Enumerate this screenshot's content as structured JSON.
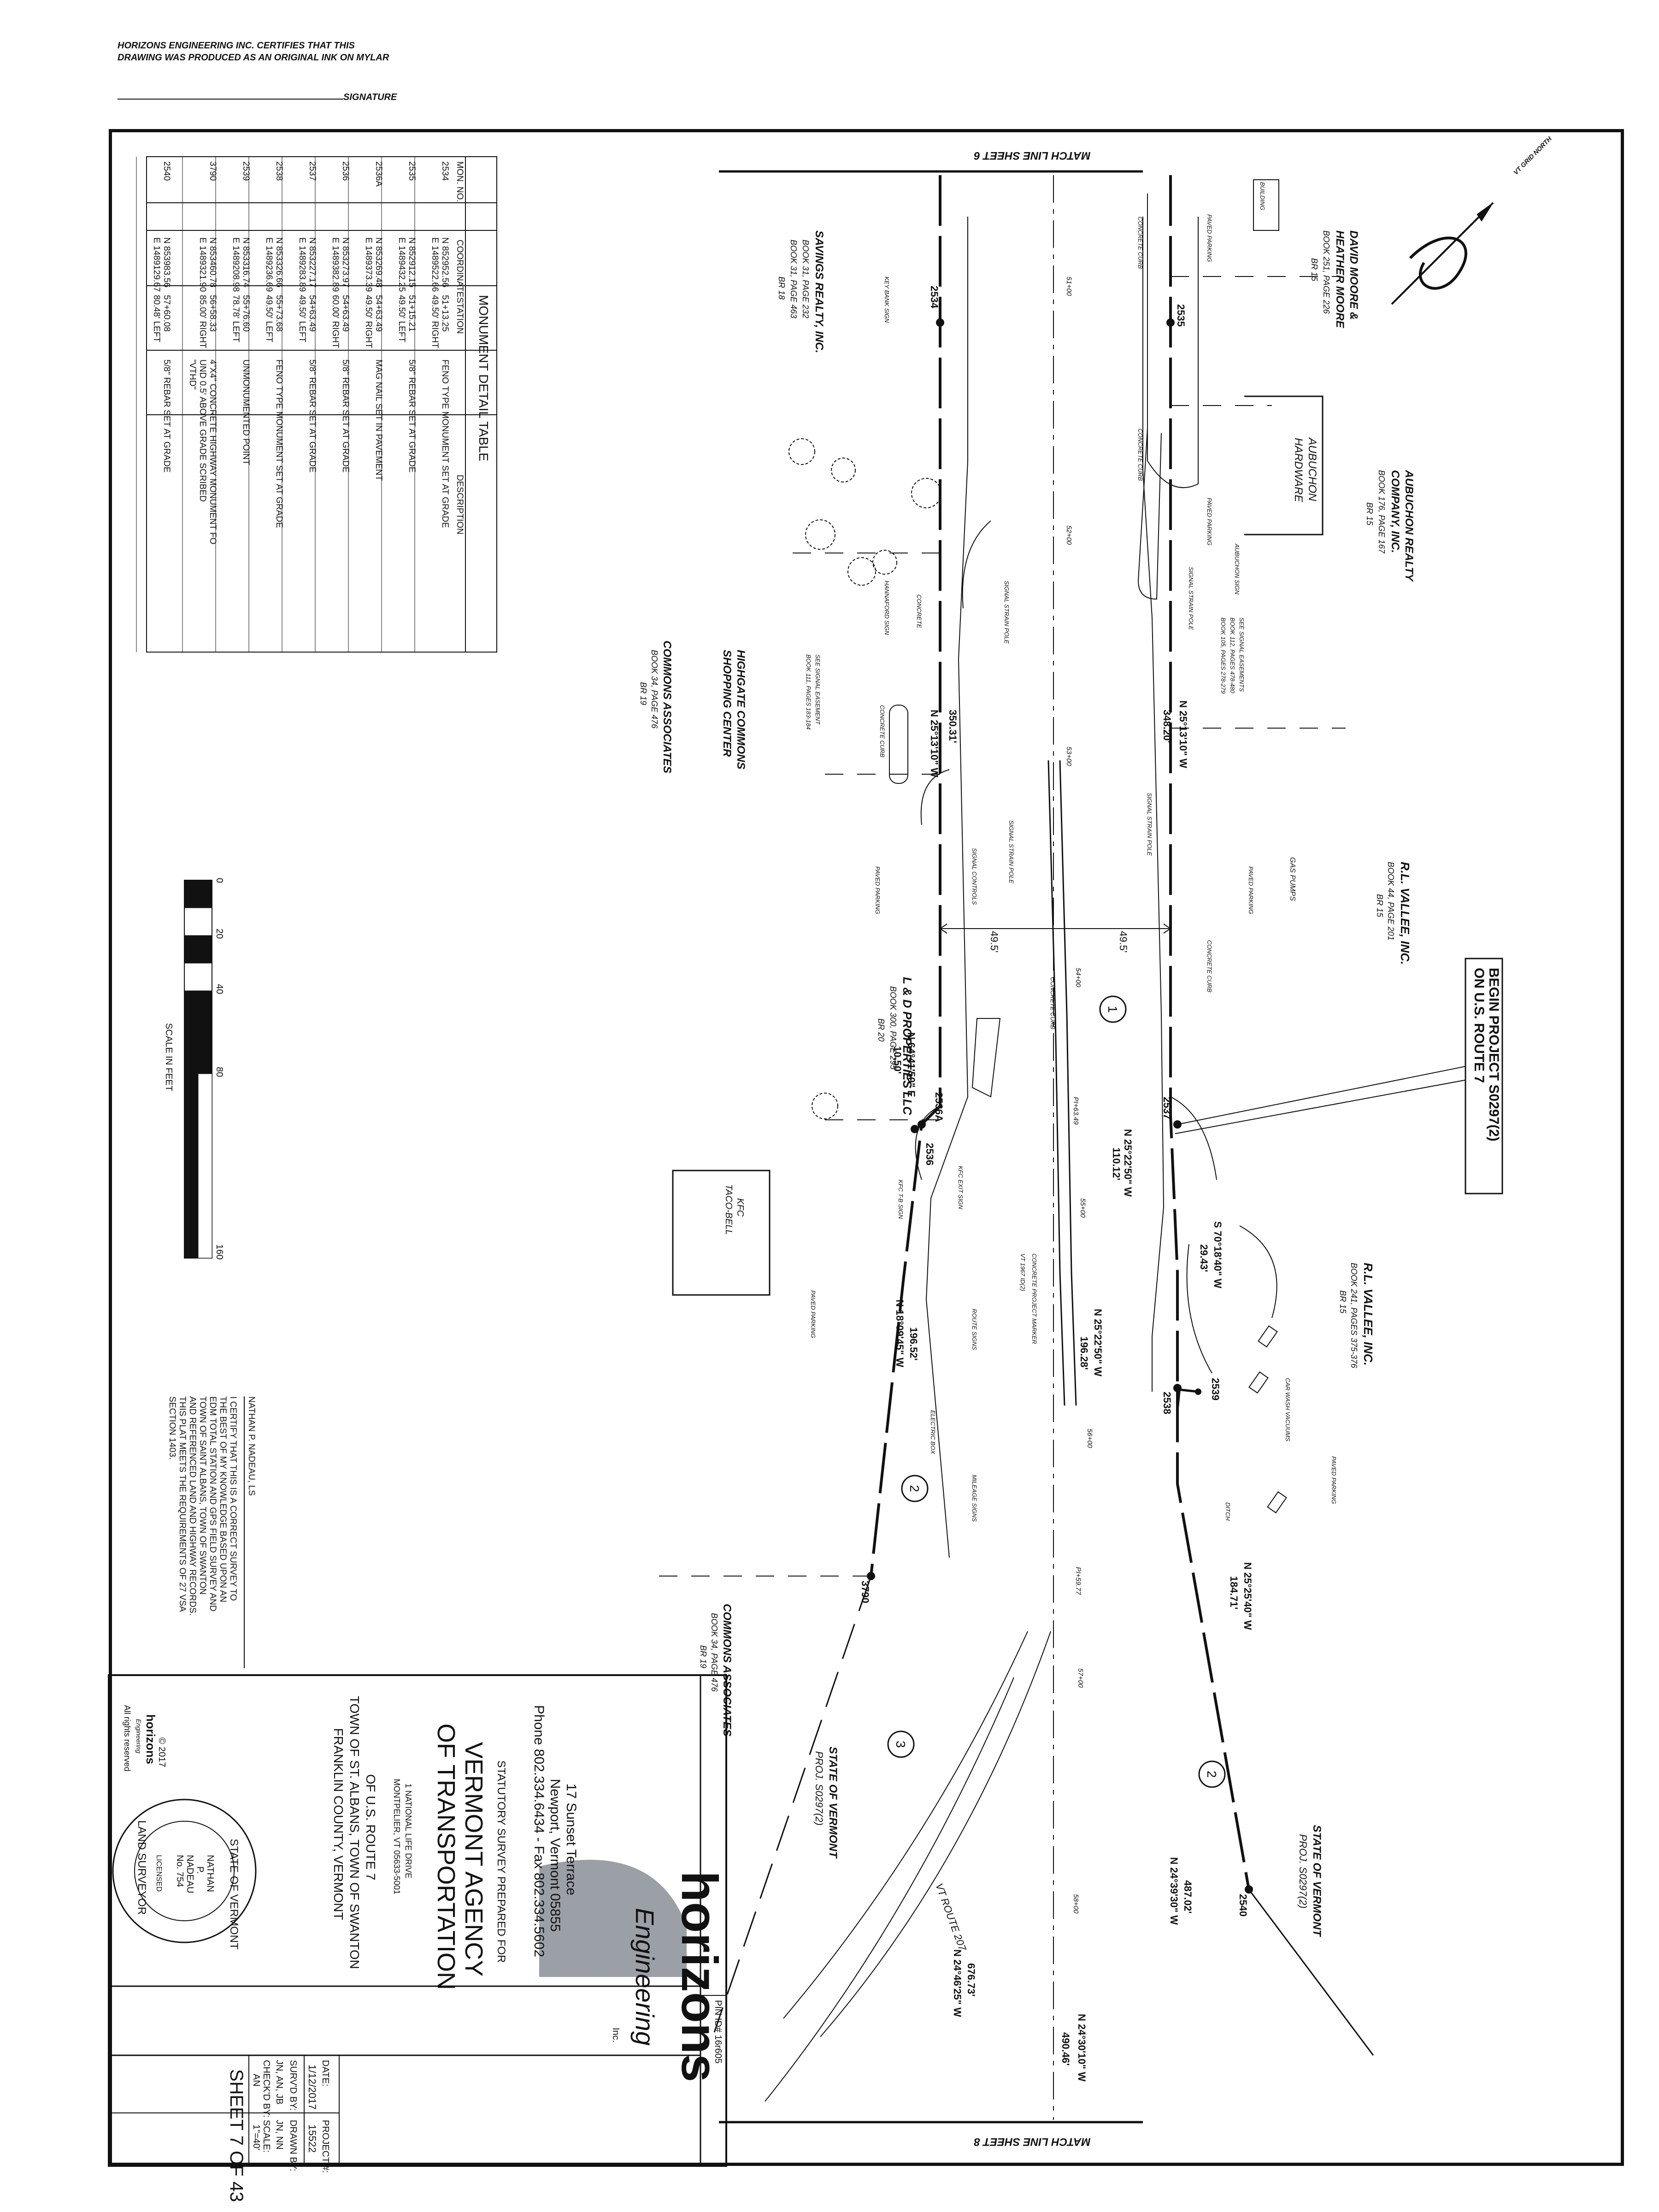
{
  "certification": {
    "line1": "HORIZONS ENGINEERING INC. CERTIFIES THAT THIS",
    "line2": "DRAWING WAS PRODUCED AS AN ORIGINAL INK ON MYLAR",
    "signature_label": "SIGNATURE"
  },
  "match_lines": {
    "top": "MATCH LINE SHEET 6",
    "bottom": "MATCH LINE SHEET 8"
  },
  "north_arrow": {
    "label": "VT GRID NORTH"
  },
  "monument_table": {
    "title": "MONUMENT DETAIL TABLE",
    "headers": [
      "MON. NO.",
      "COORDINATE",
      "STATION",
      "DESCRIPTION"
    ],
    "rows": [
      {
        "mon": "2534",
        "n": "N 852952.56",
        "e": "E 1489522.66",
        "sta": "51+13.25",
        "off": "49.50' RIGHT",
        "desc": "FENO TYPE MONUMENT SET AT GRADE"
      },
      {
        "mon": "2535",
        "n": "N 852912.15",
        "e": "E 1489432.25",
        "sta": "51+15.21",
        "off": "49.50' LEFT",
        "desc": "5/8\" REBAR SET AT GRADE"
      },
      {
        "mon": "2536A",
        "n": "N 853269.48",
        "e": "E 1489373.39",
        "sta": "54+63.49",
        "off": "49.50' RIGHT",
        "desc": "MAG NAIL SET IN PAVEMENT"
      },
      {
        "mon": "2536",
        "n": "N 853273.97",
        "e": "E 1489382.89",
        "sta": "54+63.49",
        "off": "60.00' RIGHT",
        "desc": "5/8\" REBAR SET AT GRADE"
      },
      {
        "mon": "2537",
        "n": "N 853227.17",
        "e": "E 1489283.89",
        "sta": "54+63.49",
        "off": "49.50' LEFT",
        "desc": "5/8\" REBAR SET AT GRADE"
      },
      {
        "mon": "2538",
        "n": "N 853326.66",
        "e": "E 1489236.69",
        "sta": "55+73.68",
        "off": "49.50' LEFT",
        "desc": "FENO TYPE MONUMENT SET AT GRADE"
      },
      {
        "mon": "2539",
        "n": "N 853316.74",
        "e": "E 1489208.98",
        "sta": "55+76.60",
        "off": "78.78' LEFT",
        "desc": "UNMONUMENTED POINT"
      },
      {
        "mon": "3790",
        "n": "N 853460.78",
        "e": "E 1489321.90",
        "sta": "56+58.33",
        "off": "85.00' RIGHT",
        "desc": "4\"X4\" CONCRETE HIGHWAY MONUMENT FOUND 0.5' ABOVE GRADE SCRIBED \"VTHD\""
      },
      {
        "mon": "2540",
        "n": "N 853983.56",
        "e": "E 1489129.67",
        "sta": "57+60.08",
        "off": "80.48' LEFT",
        "desc": "5/8\" REBAR SET AT GRADE"
      }
    ]
  },
  "scale_bar": {
    "ticks": [
      "0",
      "20",
      "40",
      "80",
      "160"
    ],
    "label": "SCALE IN FEET"
  },
  "parcels": {
    "moore_name": "DAVID MOORE &",
    "moore_name2": "HEATHER MOORE",
    "moore_book": "BOOK 251, PAGE 226",
    "moore_br": "BR 15",
    "aubuchon_name": "AUBUCHON REALTY",
    "aubuchon_name2": "COMPANY, INC.",
    "aubuchon_book": "BOOK 176, PAGE 167",
    "aubuchon_br": "BR 15",
    "aubuchon_bldg": "AUBUCHON",
    "aubuchon_bldg2": "HARDWARE",
    "vallee_name": "R.L. VALLEE, INC.",
    "vallee_book": "BOOK 44, PAGE 201",
    "vallee_br": "BR 15",
    "vallee2_name": "R.L. VALLEE, INC.",
    "vallee2_book": "BOOK 241, PAGES 375-376",
    "vallee2_br": "BR 15",
    "savings_name": "SAVINGS REALTY, INC.",
    "savings_book": "BOOK 31, PAGE 232",
    "savings_book2": "BOOK 31, PAGE 463",
    "savings_br": "BR 18",
    "commons_name": "COMMONS ASSOCIATES",
    "commons_book": "BOOK 34, PAGE 476",
    "commons_br": "BR 19",
    "highgate1": "HIGHGATE COMMONS",
    "highgate2": "SHOPPING CENTER",
    "ld_name": "L & D PROPERTIES LLC",
    "ld_book": "BOOK 300, PAGE 295",
    "ld_br": "BR 20",
    "commons2_name": "COMMONS ASSOCIATES",
    "commons2_book": "BOOK 34, PAGE 476",
    "commons2_br": "BR 19",
    "state1": "STATE OF VERMONT",
    "state1_proj": "PROJ. S0297(2)",
    "state2": "STATE OF VERMONT",
    "state2_proj": "PROJ. S0297(2)"
  },
  "labels": {
    "building": "BUILDING",
    "paved_parking": "PAVED PARKING",
    "concrete_curb": "CONCRETE CURB",
    "gas_pumps": "GAS PUMPS",
    "signal_pole": "SIGNAL STRAIN POLE",
    "signal_controls": "SIGNAL CONTROLS",
    "concrete": "CONCRETE",
    "key_bank_sign": "KEY BANK SIGN",
    "hannaford_sign": "HANNAFORD SIGN",
    "aubuchon_sign": "AUBUCHON SIGN",
    "kfc": "KFC",
    "taco_bell": "TACO-BELL",
    "kfc_tb_sign": "KFC T-B SIGN",
    "kfc_exit_sign": "KFC EXIT SIGN",
    "car_wash": "CAR WASH VACUUMS",
    "ditch": "DITCH",
    "route_signs": "ROUTE SIGNS",
    "electric_box": "ELECTRIC BOX",
    "mileage_signs": "MILEAGE SIGNS",
    "concrete_marker": "CONCRETE PROJECT MARKER",
    "marker_ref": "VT 1967 ID(2)",
    "vt_route_207": "VT ROUTE 207",
    "easement1": "SEE SIGNAL EASEMENTS",
    "easement1b": "BOOK 112, PAGES 478-480",
    "easement1c": "BOOK 105, PAGES 278-279",
    "easement2": "SEE SIGNAL EASEMENT",
    "easement2b": "BOOK 111, PAGES 183-184"
  },
  "project_callout": {
    "line1": "BEGIN PROJECT S0297(2)",
    "line2": "ON U.S. ROUTE 7"
  },
  "stations": [
    "51+00",
    "52+00",
    "53+00",
    "54+00",
    "PI+63.49",
    "55+00",
    "56+00",
    "PI+59.77",
    "57+00",
    "58+00"
  ],
  "bearings": {
    "b1": "N 25°13'10\" W",
    "b1_dist": "350.31'",
    "b2": "N 25°13'10\" W",
    "b2_dist": "348.20'",
    "b3": "N 25°22'50\" W",
    "b3_dist": "110.12'",
    "b4": "S 70°18'40\" W",
    "b4_dist": "29.43'",
    "b5": "N 25°22'50\" W",
    "b5_dist": "196.28'",
    "b6": "N 18°09'45\" W",
    "b6_dist": "196.52'",
    "b7": "N 25°25'40\" W",
    "b7_dist": "184.71'",
    "b8": "N 64°41'50\" E",
    "b8_dist": "10.50'",
    "b9": "N 24°39'30\" W",
    "b9_dist": "487.02'",
    "b10": "N 24°46'25\" W",
    "b10_dist": "676.73'",
    "b11": "N 24°30'10\" W",
    "b11_dist": "490.46'",
    "width_left": "49.5'",
    "width_right": "49.5'"
  },
  "monument_ids": [
    "2534",
    "2535",
    "2536A",
    "2536",
    "2537",
    "2538",
    "2539",
    "3790",
    "2540"
  ],
  "circled": [
    "1",
    "2",
    "2",
    "3"
  ],
  "surveyor_cert": {
    "name": "NATHAN P. NADEAU, LS",
    "lines": [
      "I CERTIFY THAT THIS IS A CORRECT SURVEY TO",
      "THE BEST OF MY KNOWLEDGE BASED UPON AN",
      "EDM TOTAL STATION AND GPS FIELD SURVEY AND",
      "TOWN OF SAINT ALBANS, TOWN OF SWANTON",
      "AND REFERENCED LAND AND HIGHWAY RECORDS.",
      "THIS PLAT MEETS THE REQUIREMENTS OF 27 VSA",
      "SECTION 1403."
    ]
  },
  "copyright": {
    "year": "© 2017",
    "brand": "horizons",
    "brand_sub": "Engineering",
    "rights": "All rights reserved"
  },
  "title_block": {
    "pin": "PIN ID# 16r605",
    "firm": "horizons",
    "firm_sub": "Engineering",
    "firm_inc": "Inc.",
    "address1": "17 Sunset Terrace",
    "address2": "Newport, Vermont 05855",
    "phone": "Phone 802.334.6434 - Fax 802.334.5602",
    "prepared_for": "STATUTORY SURVEY PREPARED FOR",
    "client1": "VERMONT AGENCY",
    "client2": "OF TRANSPORTATION",
    "client_addr1": "1 NATIONAL LIFE DRIVE",
    "client_addr2": "MONTPELIER, VT 05633-5001",
    "route": "OF U.S. ROUTE 7",
    "towns": "TOWN OF ST. ALBANS, TOWN OF SWANTON",
    "county": "FRANKLIN COUNTY, VERMONT",
    "date_label": "DATE:",
    "date": "1/12/2017",
    "project_label": "PROJECT #:",
    "project": "15522",
    "surveyed_label": "SURV'D BY:",
    "surveyed": "JN, AN, JB",
    "drawn_label": "DRAWN BY:",
    "drawn": "JN, NN",
    "checked_label": "CHECK'D BY:",
    "checked": "AN",
    "scale_label": "SCALE:",
    "scale": "1\"=40'",
    "sheet": "SHEET 7 OF 43"
  },
  "seal": {
    "outer_top": "STATE OF VERMONT",
    "outer_bottom": "LAND SURVEYOR",
    "name1": "NATHAN",
    "name2": "P.",
    "name3": "NADEAU",
    "license": "No. 754",
    "licensed": "LICENSED"
  }
}
